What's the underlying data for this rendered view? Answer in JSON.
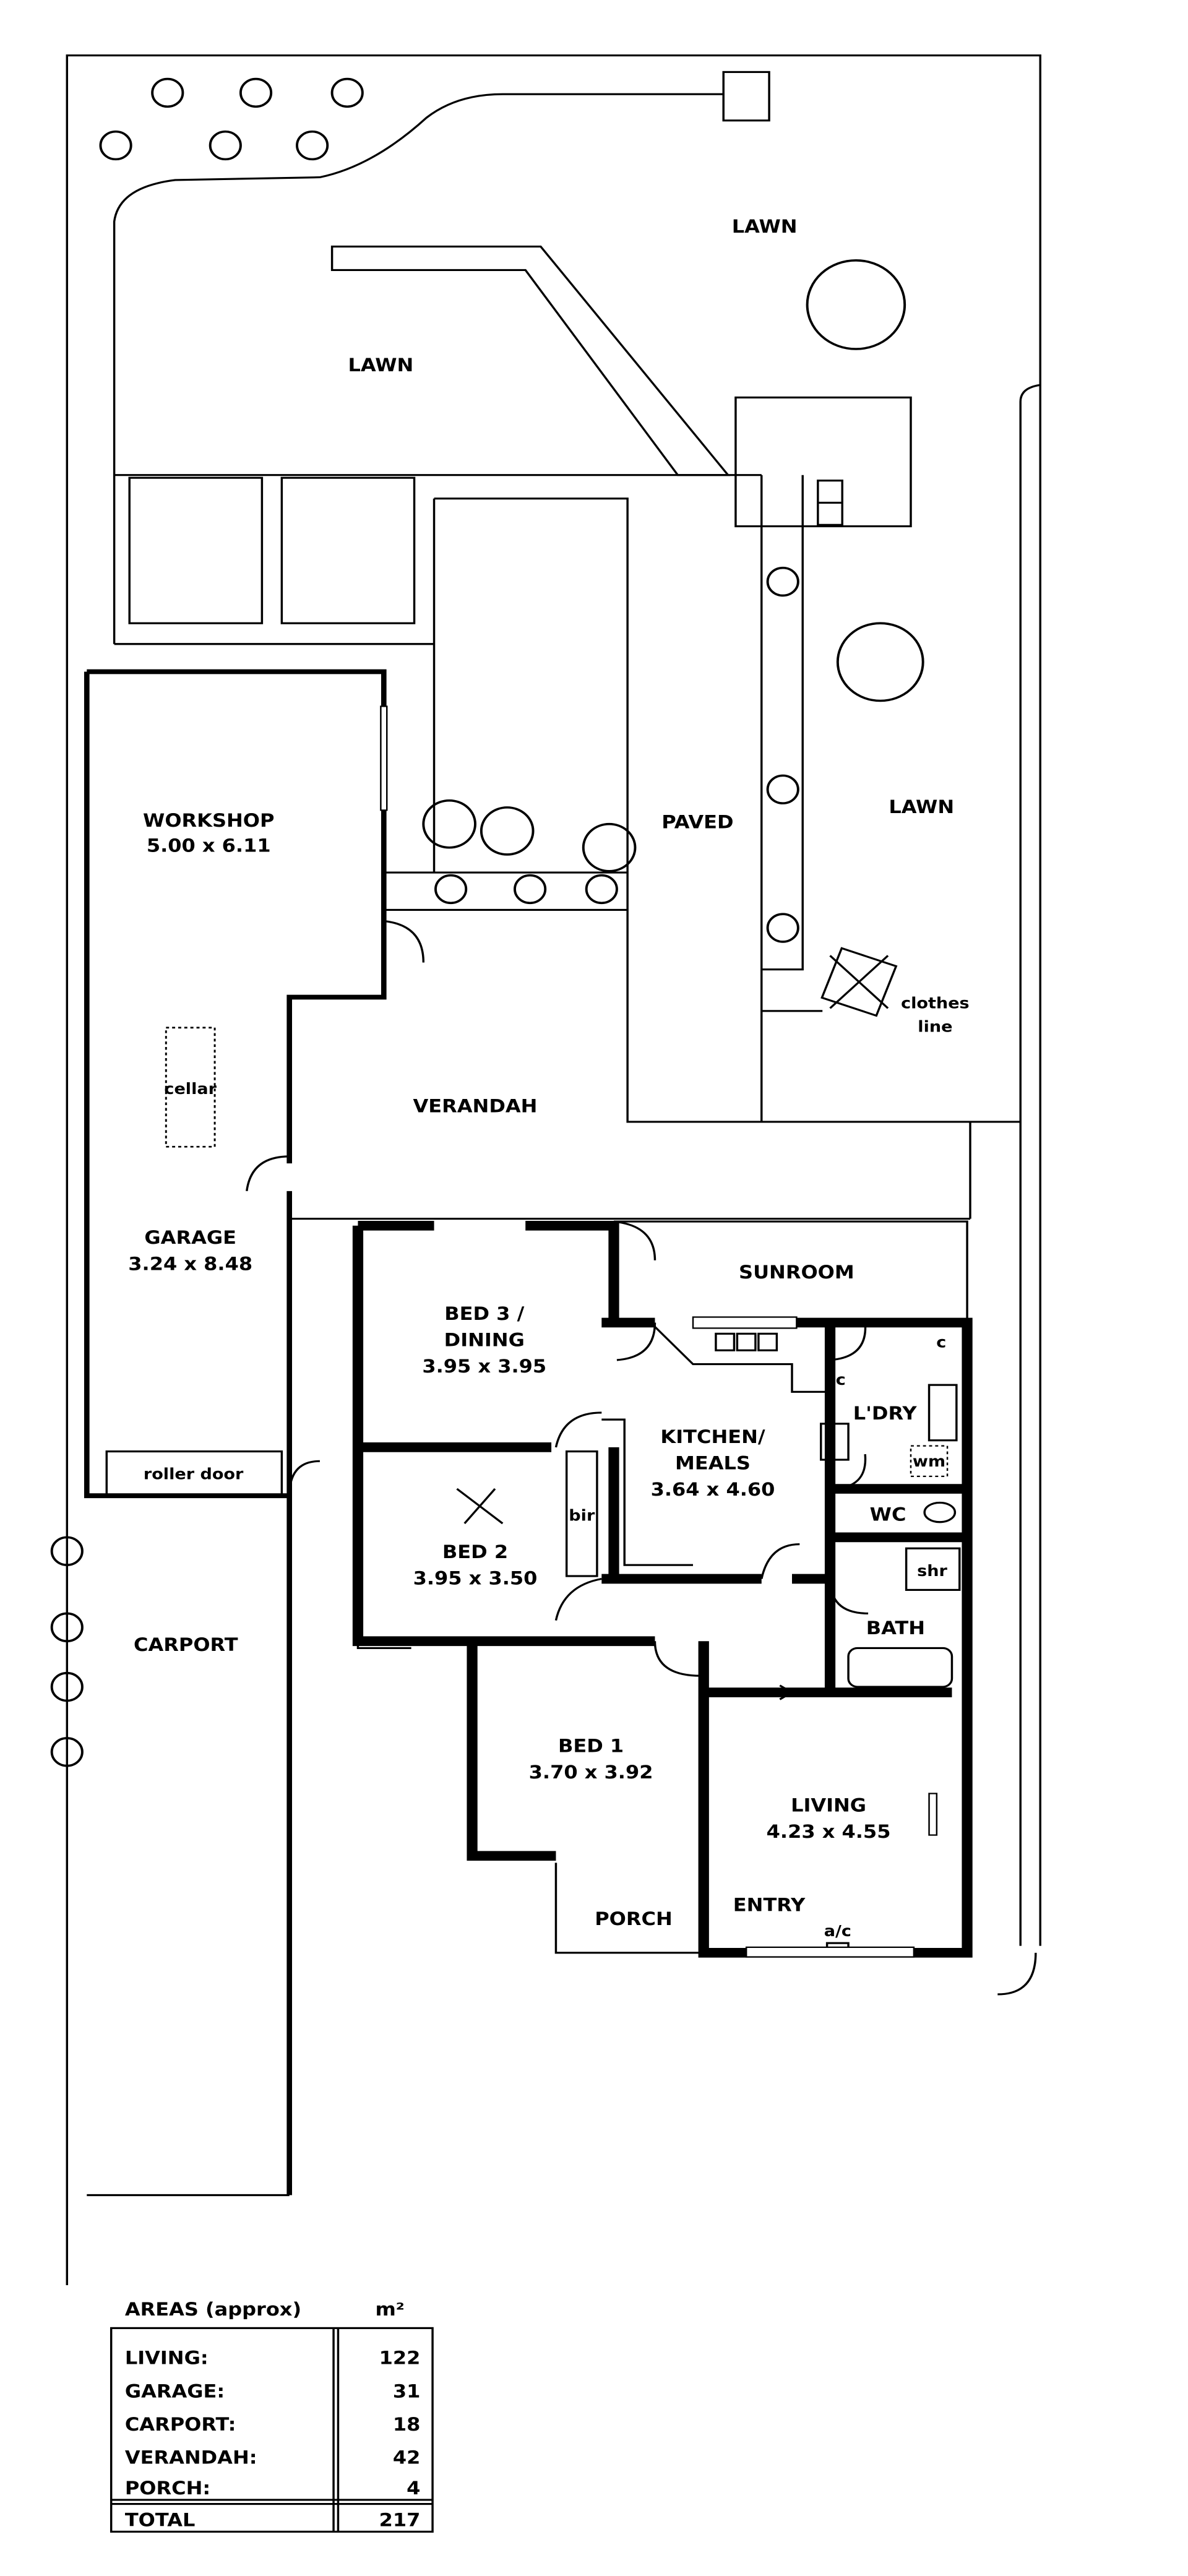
{
  "rooms": {
    "lawn_top_right": "LAWN",
    "lawn_top_left": "LAWN",
    "lawn_right": "LAWN",
    "paved": "PAVED",
    "workshop": "WORKSHOP",
    "workshop_dims": "5.00 x 6.11",
    "cellar": "cellar",
    "verandah": "VERANDAH",
    "clothes_line_1": "clothes",
    "clothes_line_2": "line",
    "garage": "GARAGE",
    "garage_dims": "3.24 x 8.48",
    "roller_door": "roller door",
    "carport": "CARPORT",
    "sunroom": "SUNROOM",
    "bed3_1": "BED 3 /",
    "bed3_2": "DINING",
    "bed3_dims": "3.95 x 3.95",
    "kitchen_1": "KITCHEN/",
    "kitchen_2": "MEALS",
    "kitchen_dims": "3.64 x 4.60",
    "cupboard_1": "c",
    "cupboard_2": "c",
    "laundry": "L'DRY",
    "washing_machine": "wm",
    "wc": "WC",
    "shower": "shr",
    "bath": "BATH",
    "bed2": "BED 2",
    "bed2_dims": "3.95 x 3.50",
    "bir": "bir",
    "bed1": "BED 1",
    "bed1_dims": "3.70 x 3.92",
    "living": "LIVING",
    "living_dims": "4.23 x 4.55",
    "entry": "ENTRY",
    "porch": "PORCH",
    "aircon": "a/c"
  },
  "areas_table": {
    "title": "AREAS (approx)",
    "unit": "m²",
    "rows": [
      {
        "label": "LIVING:",
        "value": "122"
      },
      {
        "label": "GARAGE:",
        "value": "31"
      },
      {
        "label": "CARPORT:",
        "value": "18"
      },
      {
        "label": "VERANDAH:",
        "value": "42"
      },
      {
        "label": "PORCH:",
        "value": "4"
      }
    ],
    "total_label": "TOTAL",
    "total_value": "217"
  }
}
